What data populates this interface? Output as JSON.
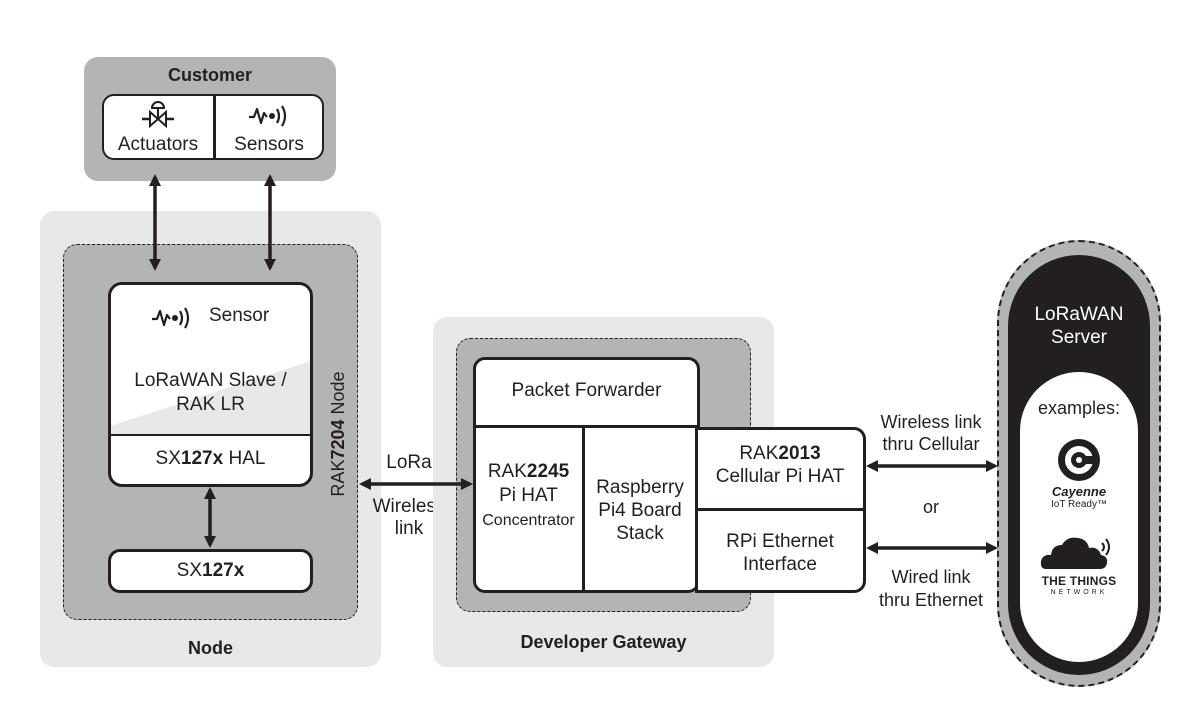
{
  "customer": {
    "title": "Customer",
    "actuators_label": "Actuators",
    "sensors_label": "Sensors"
  },
  "node": {
    "title": "Node",
    "vertical_label_pre": "RAK",
    "vertical_label_num": "7204",
    "vertical_label_post": " Node",
    "sensor_label": "Sensor",
    "lorawan_line1": "LoRaWAN Slave /",
    "lorawan_line2": "RAK LR",
    "hal_pre": "SX",
    "hal_bold": "127x",
    "hal_post": " HAL",
    "chip_pre": "SX",
    "chip_bold": "127x"
  },
  "link": {
    "lora": "LoRa",
    "wireless": "Wireless",
    "link": "link"
  },
  "gateway": {
    "title": "Developer Gateway",
    "packet_forwarder": "Packet Forwarder",
    "concentrator_pre": "RAK",
    "concentrator_bold": "2245",
    "concentrator_line2": "Pi HAT",
    "concentrator_line3": "Concentrator",
    "rpi_line1": "Raspberry",
    "rpi_line2": "Pi4 Board",
    "rpi_line3": "Stack",
    "cellular_pre": "RAK",
    "cellular_bold": "2013",
    "cellular_line2": "Cellular Pi HAT",
    "ethernet_line1": "RPi Ethernet",
    "ethernet_line2": "Interface"
  },
  "connections": {
    "wireless_line1": "Wireless link",
    "wireless_line2": "thru Cellular",
    "or": "or",
    "wired_line1": "Wired link",
    "wired_line2": "thru Ethernet"
  },
  "server": {
    "title_line1": "LoRaWAN",
    "title_line2": "Server",
    "examples": "examples:",
    "cayenne_name": "Cayenne",
    "cayenne_tag": "IoT Ready™",
    "ttn_line1": "THE THINGS",
    "ttn_line2": "NETWORK"
  },
  "icons": {
    "valve": "valve-icon",
    "sensor_wave": "sensor-wave-icon",
    "cayenne_logo": "cayenne-logo",
    "ttn_cloud": "ttn-cloud-logo"
  }
}
